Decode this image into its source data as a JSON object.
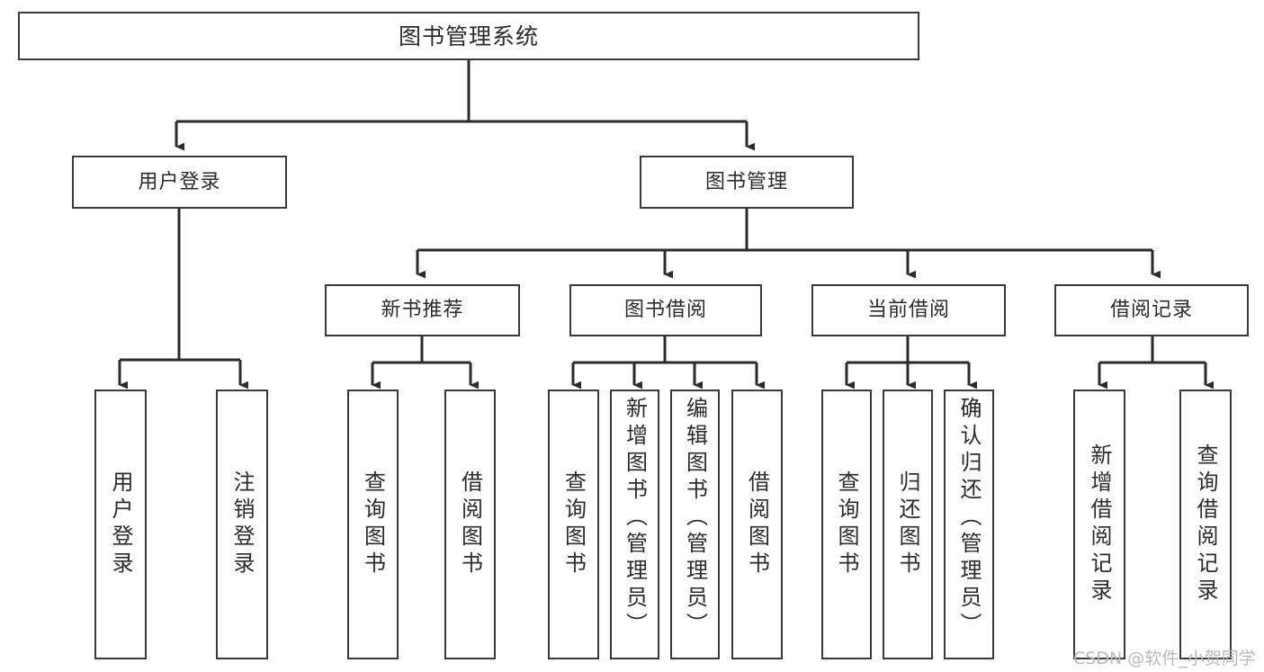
{
  "diagram": {
    "title": "图书管理系统",
    "type": "hierarchy-tree",
    "watermark": "CSDN @软件_小贺同学",
    "colors": {
      "box_border": "#3a3a3a",
      "box_fill": "#ffffff",
      "edge": "#2b2b2b",
      "text": "#2b2b2b",
      "watermark": "#b9b9b9",
      "background": "#ffffff"
    },
    "nodes": {
      "root": {
        "label": "图书管理系统"
      },
      "level2": [
        {
          "id": "user-login",
          "label": "用户登录"
        },
        {
          "id": "book-manage",
          "label": "图书管理"
        }
      ],
      "level3": [
        {
          "id": "new-book-recommend",
          "label": "新书推荐"
        },
        {
          "id": "book-borrow",
          "label": "图书借阅"
        },
        {
          "id": "current-borrow",
          "label": "当前借阅"
        },
        {
          "id": "borrow-record",
          "label": "借阅记录"
        }
      ],
      "leaves": {
        "user-login": [
          {
            "id": "leaf-user-login",
            "label": "用户登录"
          },
          {
            "id": "leaf-logout-login",
            "label": "注销登录"
          }
        ],
        "new-book-recommend": [
          {
            "id": "leaf-query-book-1",
            "label": "查询图书"
          },
          {
            "id": "leaf-borrow-book-1",
            "label": "借阅图书"
          }
        ],
        "book-borrow": [
          {
            "id": "leaf-query-book-2",
            "label": "查询图书"
          },
          {
            "id": "leaf-add-book",
            "label": "新增图书（管理员）"
          },
          {
            "id": "leaf-edit-book",
            "label": "编辑图书（管理员）"
          },
          {
            "id": "leaf-borrow-book-2",
            "label": "借阅图书"
          }
        ],
        "current-borrow": [
          {
            "id": "leaf-query-book-3",
            "label": "查询图书"
          },
          {
            "id": "leaf-return-book",
            "label": "归还图书"
          },
          {
            "id": "leaf-confirm-return",
            "label": "确认归还（管理员）"
          }
        ],
        "borrow-record": [
          {
            "id": "leaf-add-record",
            "label": "新增借阅记录"
          },
          {
            "id": "leaf-query-record",
            "label": "查询借阅记录"
          }
        ]
      }
    }
  }
}
